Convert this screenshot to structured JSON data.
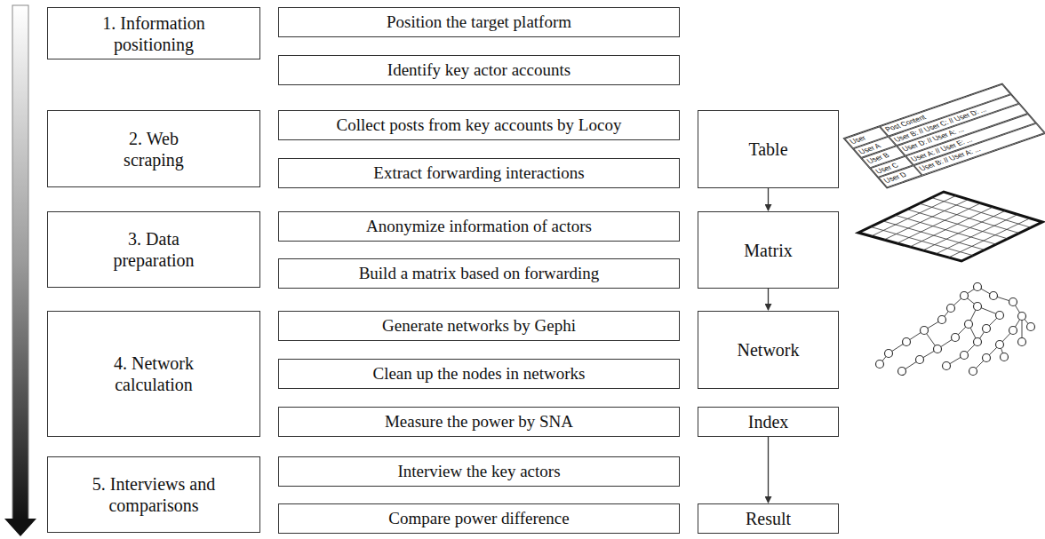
{
  "diagram": {
    "nodes": [
      {
        "text": [
          "1. Information positioning"
        ]
      },
      {
        "text": [
          "Position the target platform"
        ]
      },
      {
        "text": [
          "Identify key actor accounts"
        ]
      },
      {
        "text": [
          "2. Web scraping"
        ]
      },
      {
        "text": [
          "Collect posts from key accounts by Locoy"
        ]
      },
      {
        "text": [
          "Table"
        ]
      },
      {
        "text": [
          "Extract forwarding interactions"
        ]
      },
      {
        "text": [
          "3. Data preparation"
        ]
      },
      {
        "text": [
          "Anonymize  information of actors"
        ]
      },
      {
        "text": [
          "Matrix"
        ]
      },
      {
        "text": [
          "Build a matrix based on forwarding"
        ]
      },
      {
        "text": [
          "4. Network calculation"
        ]
      },
      {
        "text": [
          "Generate networks by Gephi"
        ]
      },
      {
        "text": [
          "Network"
        ]
      },
      {
        "text": [
          "Clean up the nodes in networks"
        ]
      },
      {
        "text": [
          "Measure the power by SNA"
        ]
      },
      {
        "text": [
          "Index"
        ]
      },
      {
        "text": [
          "5. Interviews and comparisons"
        ]
      },
      {
        "text": [
          "Interview the key actors"
        ]
      },
      {
        "text": [
          "Compare power difference"
        ]
      },
      {
        "text": [
          "Result"
        ]
      }
    ],
    "edges": [
      {
        "from": 5,
        "to": 9,
        "arrow": "to"
      },
      {
        "from": 9,
        "to": 13,
        "arrow": "to"
      },
      {
        "from": 16,
        "to": 20,
        "arrow": "to"
      }
    ],
    "labels": [
      "User",
      "Post Content",
      "User A",
      "User B: // User C: // User D: ...",
      "User B",
      "User D: // User A: ...",
      "User C",
      "User A: // User E: ...",
      "User D",
      "User B: // User A: ..."
    ]
  }
}
